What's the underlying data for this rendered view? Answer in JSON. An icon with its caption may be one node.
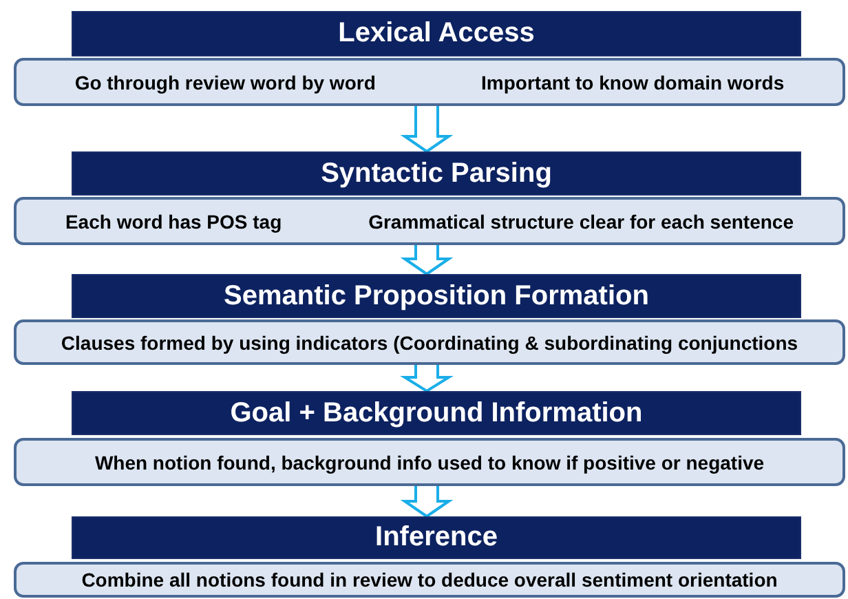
{
  "diagram": {
    "nodes": [
      {
        "text": [
          "Lexical Access"
        ]
      },
      {
        "text": [
          "Go through review word by word",
          "Important to know domain words"
        ]
      },
      {
        "text": [
          "Syntactic Parsing"
        ]
      },
      {
        "text": [
          "Each word has POS tag",
          "Grammatical structure clear for each sentence"
        ]
      },
      {
        "text": [
          "Semantic Proposition Formation"
        ]
      },
      {
        "text": [
          "Clauses formed by using indicators (Coordinating & subordinating conjunctions"
        ]
      },
      {
        "text": [
          "Goal + Background Information"
        ]
      },
      {
        "text": [
          "When notion found, background info used to know if positive or negative"
        ]
      },
      {
        "text": [
          "Inference"
        ]
      },
      {
        "text": [
          "Combine all notions found in review to deduce overall sentiment orientation"
        ]
      }
    ],
    "edges": [
      {
        "from": 1,
        "to": 2,
        "arrow": "to"
      },
      {
        "from": 3,
        "to": 4,
        "arrow": "to"
      },
      {
        "from": 5,
        "to": 6,
        "arrow": "to"
      },
      {
        "from": 7,
        "to": 8,
        "arrow": "to"
      }
    ]
  }
}
